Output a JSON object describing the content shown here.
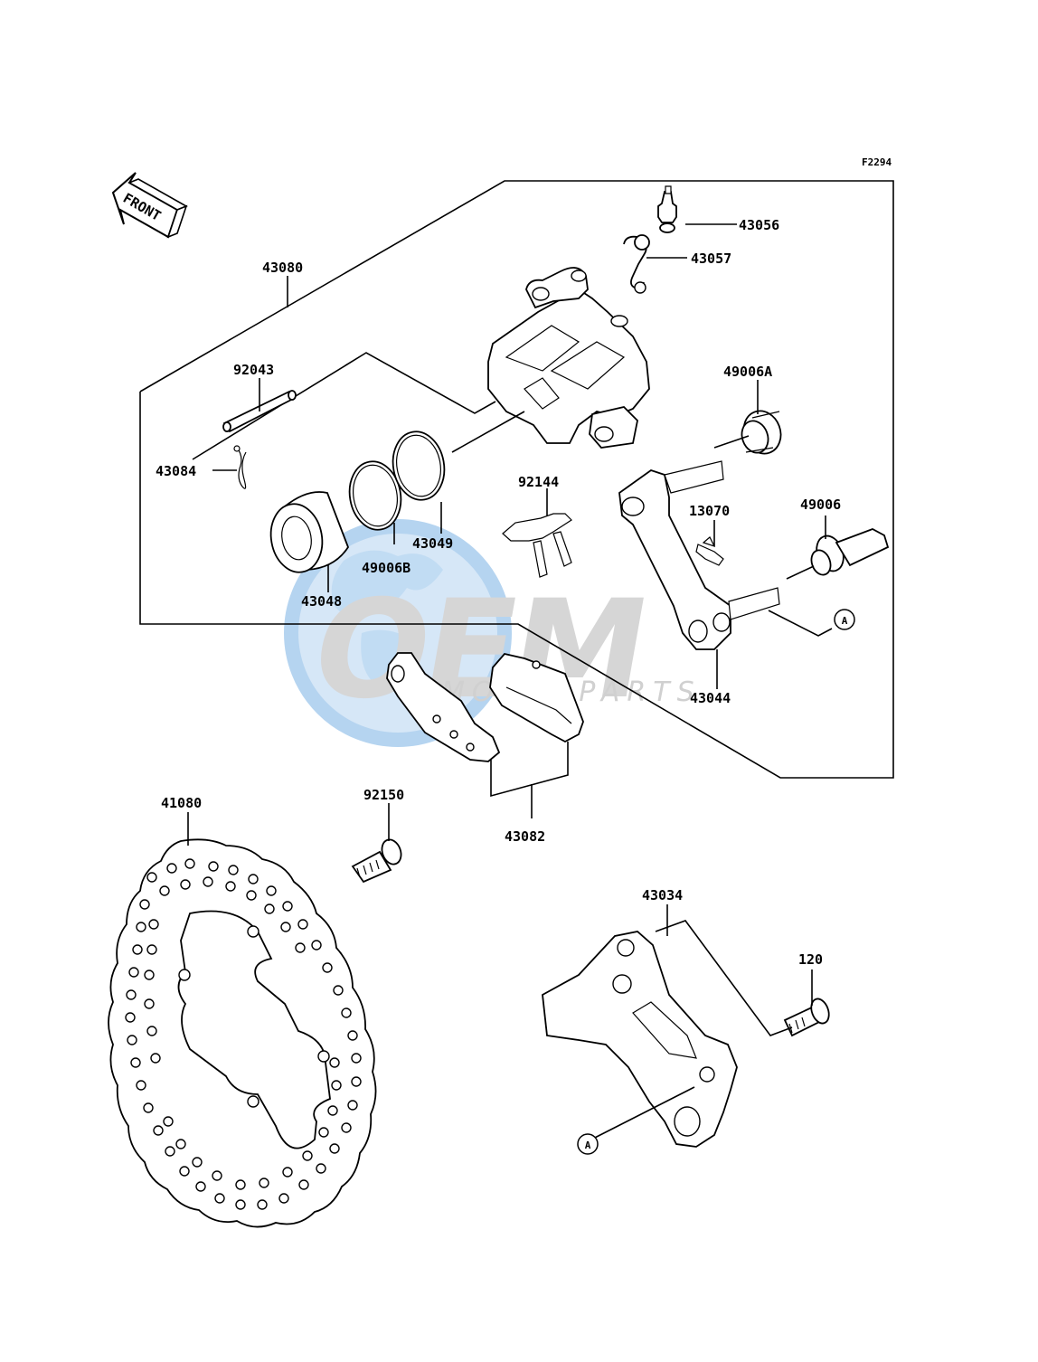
{
  "diagram": {
    "figure_code": "F2294",
    "front_arrow_label": "FRONT",
    "reference_marker": "A",
    "part_labels": {
      "p43056": "43056",
      "p43057": "43057",
      "p43080": "43080",
      "p92043": "92043",
      "p49006A": "49006A",
      "p43084": "43084",
      "p92144": "92144",
      "p13070": "13070",
      "p49006": "49006",
      "p43049": "43049",
      "p49006B": "49006B",
      "p43048": "43048",
      "p43044": "43044",
      "p41080": "41080",
      "p92150": "92150",
      "p43082": "43082",
      "p43034": "43034",
      "p120": "120"
    }
  },
  "watermark": {
    "brand": "OEM",
    "subtitle": "MOTORPARTS",
    "colors": {
      "globe": "#a9cdee",
      "letters": "#d2d2d2"
    }
  }
}
